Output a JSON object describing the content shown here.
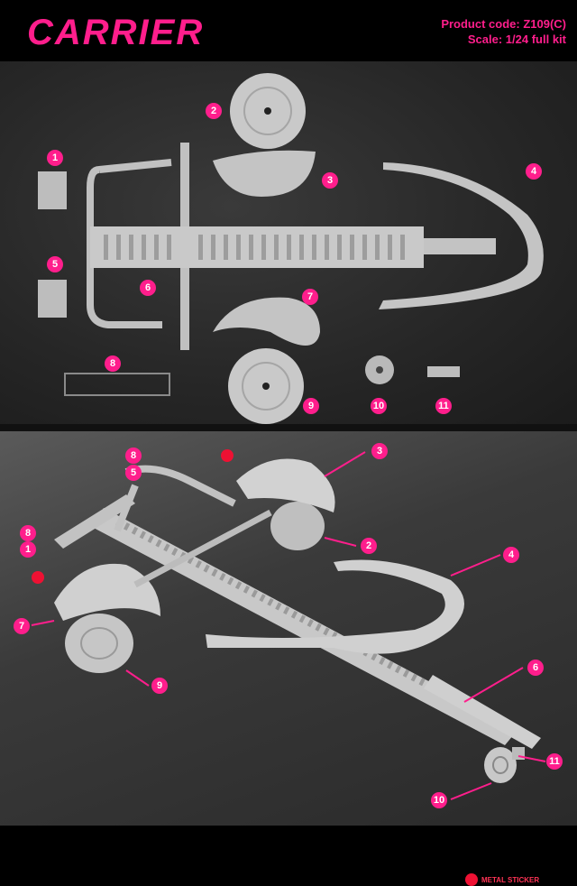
{
  "header": {
    "title": "CARRIER",
    "product_code": "Product code: Z109(C)",
    "scale": "Scale: 1/24 full kit"
  },
  "legend": {
    "label": "METAL STICKER",
    "color": "#ee1133"
  },
  "accent_color": "#ff1e8c",
  "top_callouts": [
    "1",
    "2",
    "3",
    "4",
    "5",
    "6",
    "7",
    "8",
    "9",
    "10",
    "11"
  ],
  "bottom_callouts": [
    "1",
    "2",
    "3",
    "4",
    "5",
    "6",
    "7",
    "8",
    "8",
    "9",
    "10",
    "11"
  ]
}
